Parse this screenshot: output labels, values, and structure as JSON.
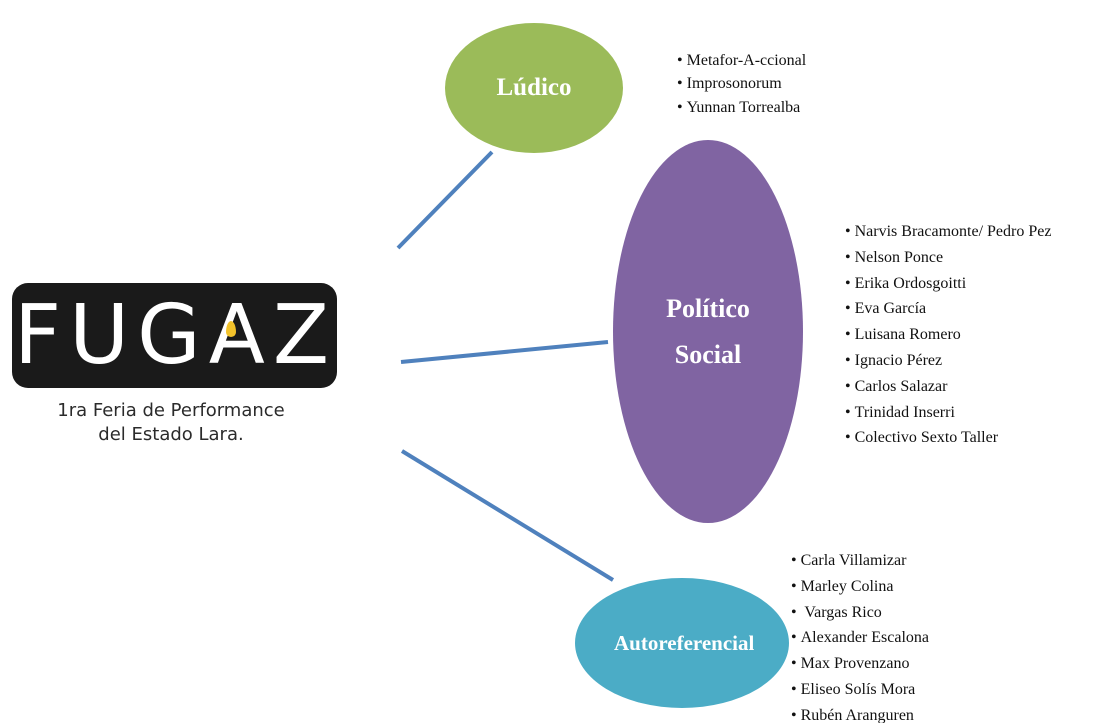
{
  "logo": {
    "wordmark": "FUGAZ",
    "subtitle_line1": "1ra Feria de Performance",
    "subtitle_line2": "del Estado Lara."
  },
  "categories": [
    {
      "label": "Lúdico",
      "color": "#9bbb59",
      "items": [
        "Metafor-A-ccional",
        "Improsonorum",
        "Yunnan Torrealba"
      ]
    },
    {
      "label_line1": "Político",
      "label_line2": "Social",
      "color": "#8064a2",
      "items": [
        "Narvis Bracamonte/ Pedro Pez",
        "Nelson Ponce",
        "Erika Ordosgoitti",
        "Eva García",
        "Luisana Romero",
        "Ignacio Pérez",
        "Carlos Salazar",
        "Trinidad Inserri",
        "Colectivo Sexto Taller"
      ]
    },
    {
      "label": "Autoreferencial",
      "color": "#4bacc6",
      "items": [
        "Carla Villamizar",
        "Marley Colina",
        " Vargas Rico",
        "Alexander Escalona",
        "Max Provenzano",
        "Eliseo Solís Mora",
        "Rubén Aranguren"
      ]
    }
  ],
  "connector_color": "#4f81bd"
}
